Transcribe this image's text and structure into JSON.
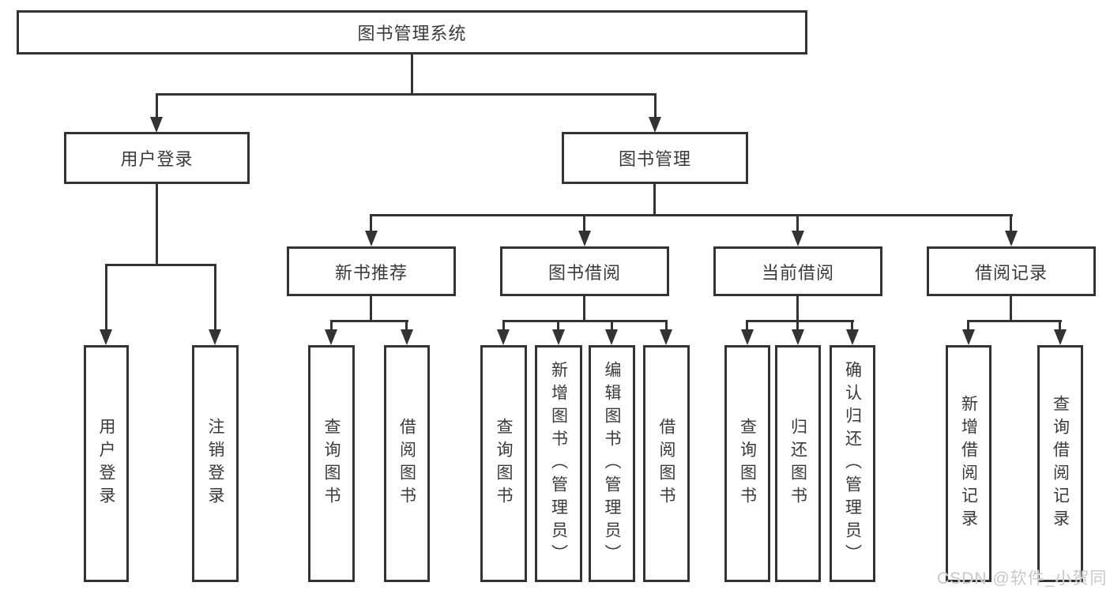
{
  "tree": {
    "label": "图书管理系统",
    "children": [
      {
        "label": "用户登录",
        "children": [
          {
            "label": "用户登录"
          },
          {
            "label": "注销登录"
          }
        ]
      },
      {
        "label": "图书管理",
        "children": [
          {
            "label": "新书推荐",
            "children": [
              {
                "label": "查询图书"
              },
              {
                "label": "借阅图书"
              }
            ]
          },
          {
            "label": "图书借阅",
            "children": [
              {
                "label": "查询图书"
              },
              {
                "label": "新增图书（管理员）"
              },
              {
                "label": "编辑图书（管理员）"
              },
              {
                "label": "借阅图书"
              }
            ]
          },
          {
            "label": "当前借阅",
            "children": [
              {
                "label": "查询图书"
              },
              {
                "label": "归还图书"
              },
              {
                "label": "确认归还（管理员）"
              }
            ]
          },
          {
            "label": "借阅记录",
            "children": [
              {
                "label": "新增借阅记录"
              },
              {
                "label": "查询借阅记录"
              }
            ]
          }
        ]
      }
    ]
  },
  "watermark": "CSDN @软件_小贺同学",
  "colors": {
    "line": "#333333",
    "text": "#3a3a3a",
    "box_background": "#ffffff",
    "watermark": "#c8c8c8"
  }
}
